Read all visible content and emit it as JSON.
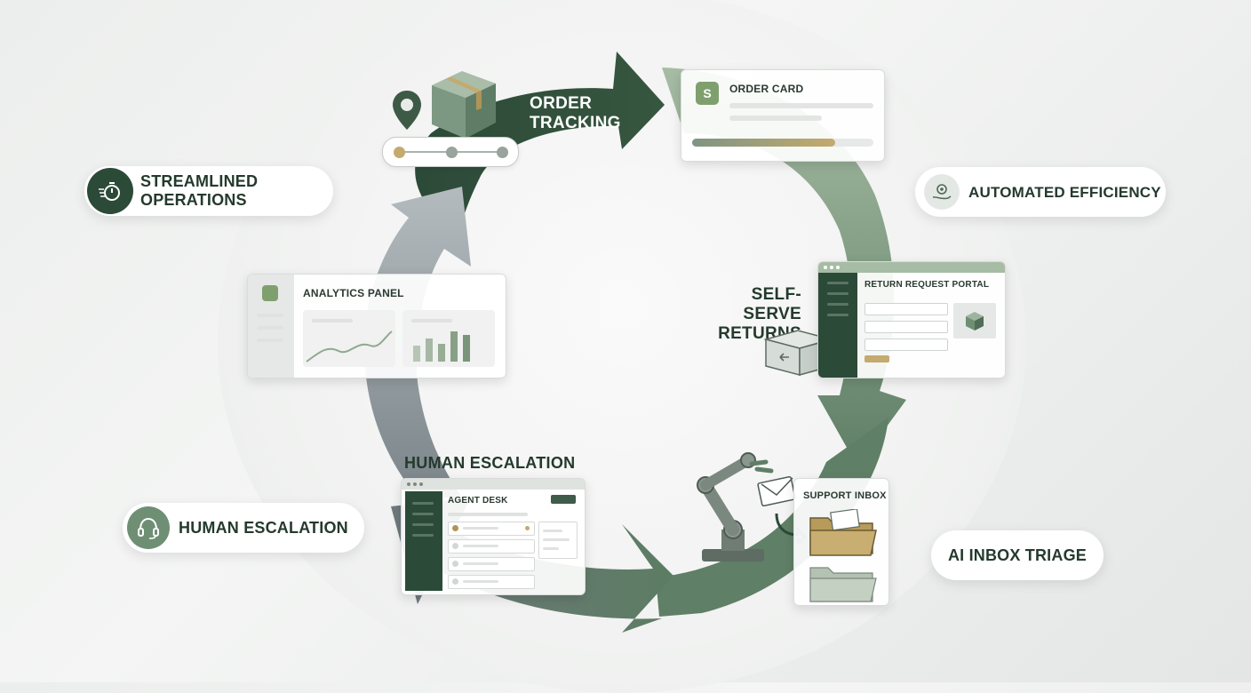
{
  "flow": {
    "order_tracking": [
      "ORDER",
      "TRACKING"
    ],
    "self_serve_returns": [
      "SELF-SERVE",
      "RETURNS"
    ],
    "human_escalation_top": "HUMAN ESCALATION"
  },
  "pills": {
    "streamlined": [
      "STREAMLINED",
      "OPERATIONS"
    ],
    "automated": "AUTOMATED EFFICIENCY",
    "human": "HUMAN ESCALATION",
    "ai_inbox": "AI INBOX TRIAGE"
  },
  "cards": {
    "order_card": "ORDER CARD",
    "return_portal": "RETURN REQUEST PORTAL",
    "analytics": "ANALYTICS PANEL",
    "agent_desk": "AGENT DESK",
    "support_inbox": "SUPPORT INBOX"
  },
  "colors": {
    "dark_green": "#2c4a38",
    "mid_green": "#6f8f74",
    "light_green": "#a6bca4",
    "slate": "#7d868a",
    "gold": "#c4aa6e"
  },
  "icons": [
    "location-pin-icon",
    "package-icon",
    "stopwatch-icon",
    "gear-hand-icon",
    "headset-icon",
    "robot-arm-icon",
    "envelope-icon",
    "folder-icon",
    "return-box-icon",
    "shopify-bag-icon"
  ]
}
